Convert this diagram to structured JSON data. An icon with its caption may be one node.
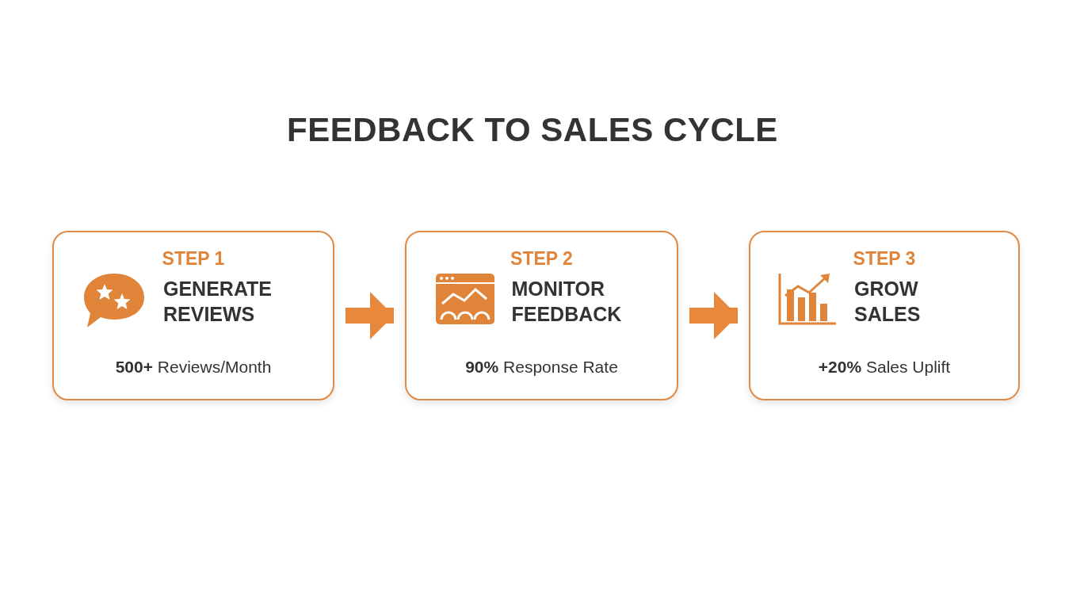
{
  "diagram": {
    "title": "FEEDBACK TO SALES CYCLE",
    "nodes": [
      {
        "text": [
          "STEP 1",
          "GENERATE REVIEWS",
          "**500+** Reviews/Month"
        ]
      },
      {
        "text": [
          "STEP 2",
          "MONITOR FEEDBACK",
          "**90%** Response Rate"
        ]
      },
      {
        "text": [
          "STEP 3",
          "GROW SALES",
          "**+20%** Sales Uplift"
        ]
      }
    ],
    "edges": [
      {
        "from": 0,
        "to": 1,
        "arrow": "to"
      },
      {
        "from": 1,
        "to": 2,
        "arrow": "to"
      }
    ]
  }
}
